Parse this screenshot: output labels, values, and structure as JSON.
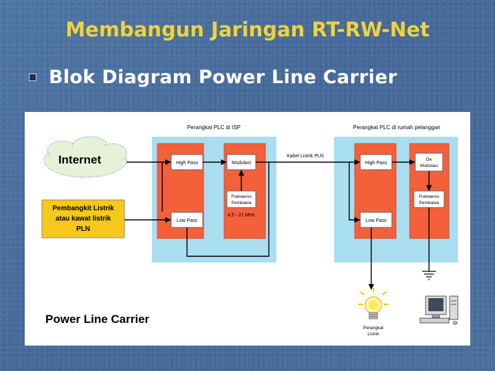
{
  "slide": {
    "title": "Membangun Jaringan RT-RW-Net",
    "bullet": "Blok Diagram Power Line Carrier"
  },
  "diagram": {
    "isp_label": "Perangkat PLC di ISP",
    "customer_label": "Perangkat PLC di rumah pelanggan",
    "internet": "Internet",
    "power_source": [
      "Pembangkit Listrik",
      "atau kawat listrik",
      "PLN"
    ],
    "isp_high_pass": "High Pass",
    "isp_low_pass": "Low Pass",
    "modulasi": "Modulasi",
    "frek_isp": [
      "Frekwensi",
      "Pembawa"
    ],
    "freq_range": "4,5 - 21 MHz",
    "cable_label": "Kabel Listrik PLN",
    "cust_high_pass": "High Pass",
    "cust_low_pass": "Low Pass",
    "demodulasi": [
      "De",
      "Modulasi"
    ],
    "frek_cust": [
      "Frekwensi",
      "Pembawa"
    ],
    "appliance": [
      "Perangkat",
      "Listrik"
    ],
    "caption": "Power Line Carrier"
  },
  "colors": {
    "title": "#f2d23a",
    "panel": "#a9ddf0",
    "block": "#f4603a",
    "internal_box": "#ffffff",
    "power_box": "#f6c81a"
  }
}
